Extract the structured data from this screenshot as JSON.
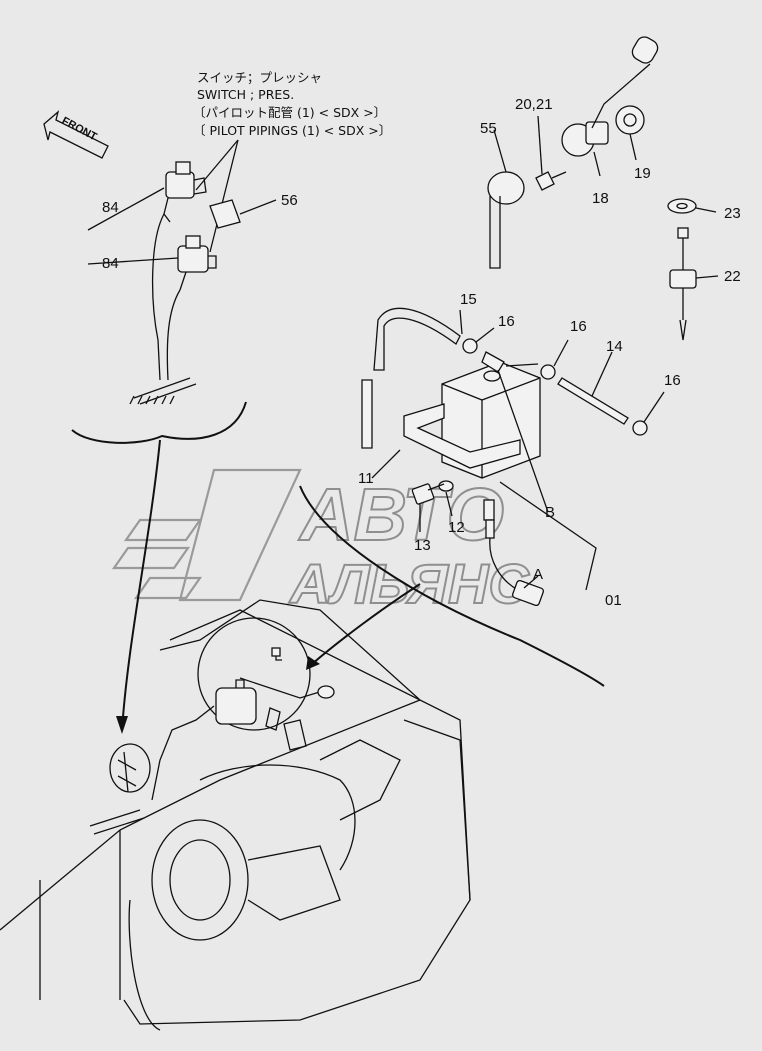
{
  "diagram": {
    "notes": {
      "line1": "スイッチ；プレッシャ",
      "line2": "SWITCH ; PRES.",
      "line3": "〔パイロット配管 (1) < SDX >〕",
      "line4": "〔 PILOT  PIPINGS (1) < SDX >〕"
    },
    "front_arrow": "FRONT",
    "callouts": {
      "p84a": "84",
      "p84b": "84",
      "p56": "56",
      "p55": "55",
      "p20_21": "20,21",
      "p18": "18",
      "p19": "19",
      "p23": "23",
      "p22": "22",
      "p15": "15",
      "p16a": "16",
      "p16b": "16",
      "p16c": "16",
      "p14": "14",
      "p11": "11",
      "p12": "12",
      "p13": "13",
      "pB": "B",
      "pA": "A",
      "p01": "01"
    },
    "watermark": {
      "line1": "АВТО",
      "line2": "АЛЬЯНС"
    }
  }
}
